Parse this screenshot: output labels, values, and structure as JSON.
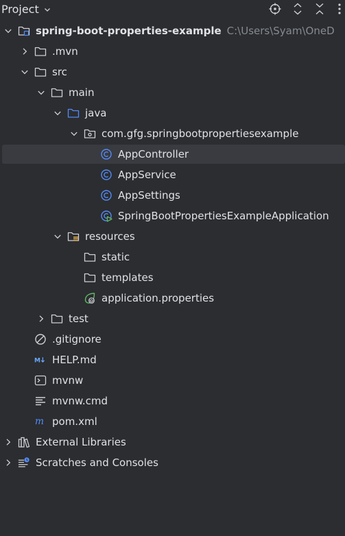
{
  "panel": {
    "title": "Project",
    "toolbar_icons": [
      "locate-icon",
      "expand-collapse-icon",
      "collapse-all-icon",
      "more-options-icon"
    ]
  },
  "tree": [
    {
      "name": "tree-item-project-root",
      "label": "spring-boot-properties-example",
      "path": "C:\\Users\\Syam\\OneD",
      "icon": "module-folder-icon",
      "level": 0,
      "expanded": true
    },
    {
      "name": "tree-item-mvn",
      "label": ".mvn",
      "icon": "folder-icon",
      "level": 1,
      "expanded": false
    },
    {
      "name": "tree-item-src",
      "label": "src",
      "icon": "folder-icon",
      "level": 1,
      "expanded": true
    },
    {
      "name": "tree-item-main",
      "label": "main",
      "icon": "folder-icon",
      "level": 2,
      "expanded": true
    },
    {
      "name": "tree-item-java",
      "label": "java",
      "icon": "source-folder-icon",
      "level": 3,
      "expanded": true
    },
    {
      "name": "tree-item-package",
      "label": "com.gfg.springbootpropertiesexample",
      "icon": "package-icon",
      "level": 4,
      "expanded": true
    },
    {
      "name": "tree-item-appcontroller",
      "label": "AppController",
      "icon": "class-icon",
      "level": 5,
      "selected": true
    },
    {
      "name": "tree-item-appservice",
      "label": "AppService",
      "icon": "class-icon",
      "level": 5
    },
    {
      "name": "tree-item-appsettings",
      "label": "AppSettings",
      "icon": "class-icon",
      "level": 5
    },
    {
      "name": "tree-item-application-class",
      "label": "SpringBootPropertiesExampleApplication",
      "icon": "spring-boot-class-icon",
      "level": 5
    },
    {
      "name": "tree-item-resources",
      "label": "resources",
      "icon": "resources-folder-icon",
      "level": 3,
      "expanded": true
    },
    {
      "name": "tree-item-static",
      "label": "static",
      "icon": "folder-icon",
      "level": 4
    },
    {
      "name": "tree-item-templates",
      "label": "templates",
      "icon": "folder-icon",
      "level": 4
    },
    {
      "name": "tree-item-application-properties",
      "label": "application.properties",
      "icon": "spring-properties-icon",
      "level": 4
    },
    {
      "name": "tree-item-test",
      "label": "test",
      "icon": "folder-icon",
      "level": 2,
      "expanded": false
    },
    {
      "name": "tree-item-gitignore",
      "label": ".gitignore",
      "icon": "ignore-file-icon",
      "level": 1
    },
    {
      "name": "tree-item-help-md",
      "label": "HELP.md",
      "icon": "markdown-icon",
      "level": 1
    },
    {
      "name": "tree-item-mvnw",
      "label": "mvnw",
      "icon": "shell-script-icon",
      "level": 1
    },
    {
      "name": "tree-item-mvnw-cmd",
      "label": "mvnw.cmd",
      "icon": "text-file-icon",
      "level": 1
    },
    {
      "name": "tree-item-pom-xml",
      "label": "pom.xml",
      "icon": "maven-icon",
      "level": 1
    },
    {
      "name": "tree-item-external-libraries",
      "label": "External Libraries",
      "icon": "library-icon",
      "level": 0,
      "expanded": false
    },
    {
      "name": "tree-item-scratches",
      "label": "Scratches and Consoles",
      "icon": "scratches-icon",
      "level": 0,
      "expanded": false
    }
  ],
  "colors": {
    "background": "#2b2d30",
    "selection": "#393b40",
    "text": "#dfe1e5",
    "muted": "#868a91",
    "class_blue": "#548af7",
    "spring_green": "#5fb865",
    "markdown_blue": "#6aa7ff",
    "folder_stroke": "#ced0d6"
  }
}
